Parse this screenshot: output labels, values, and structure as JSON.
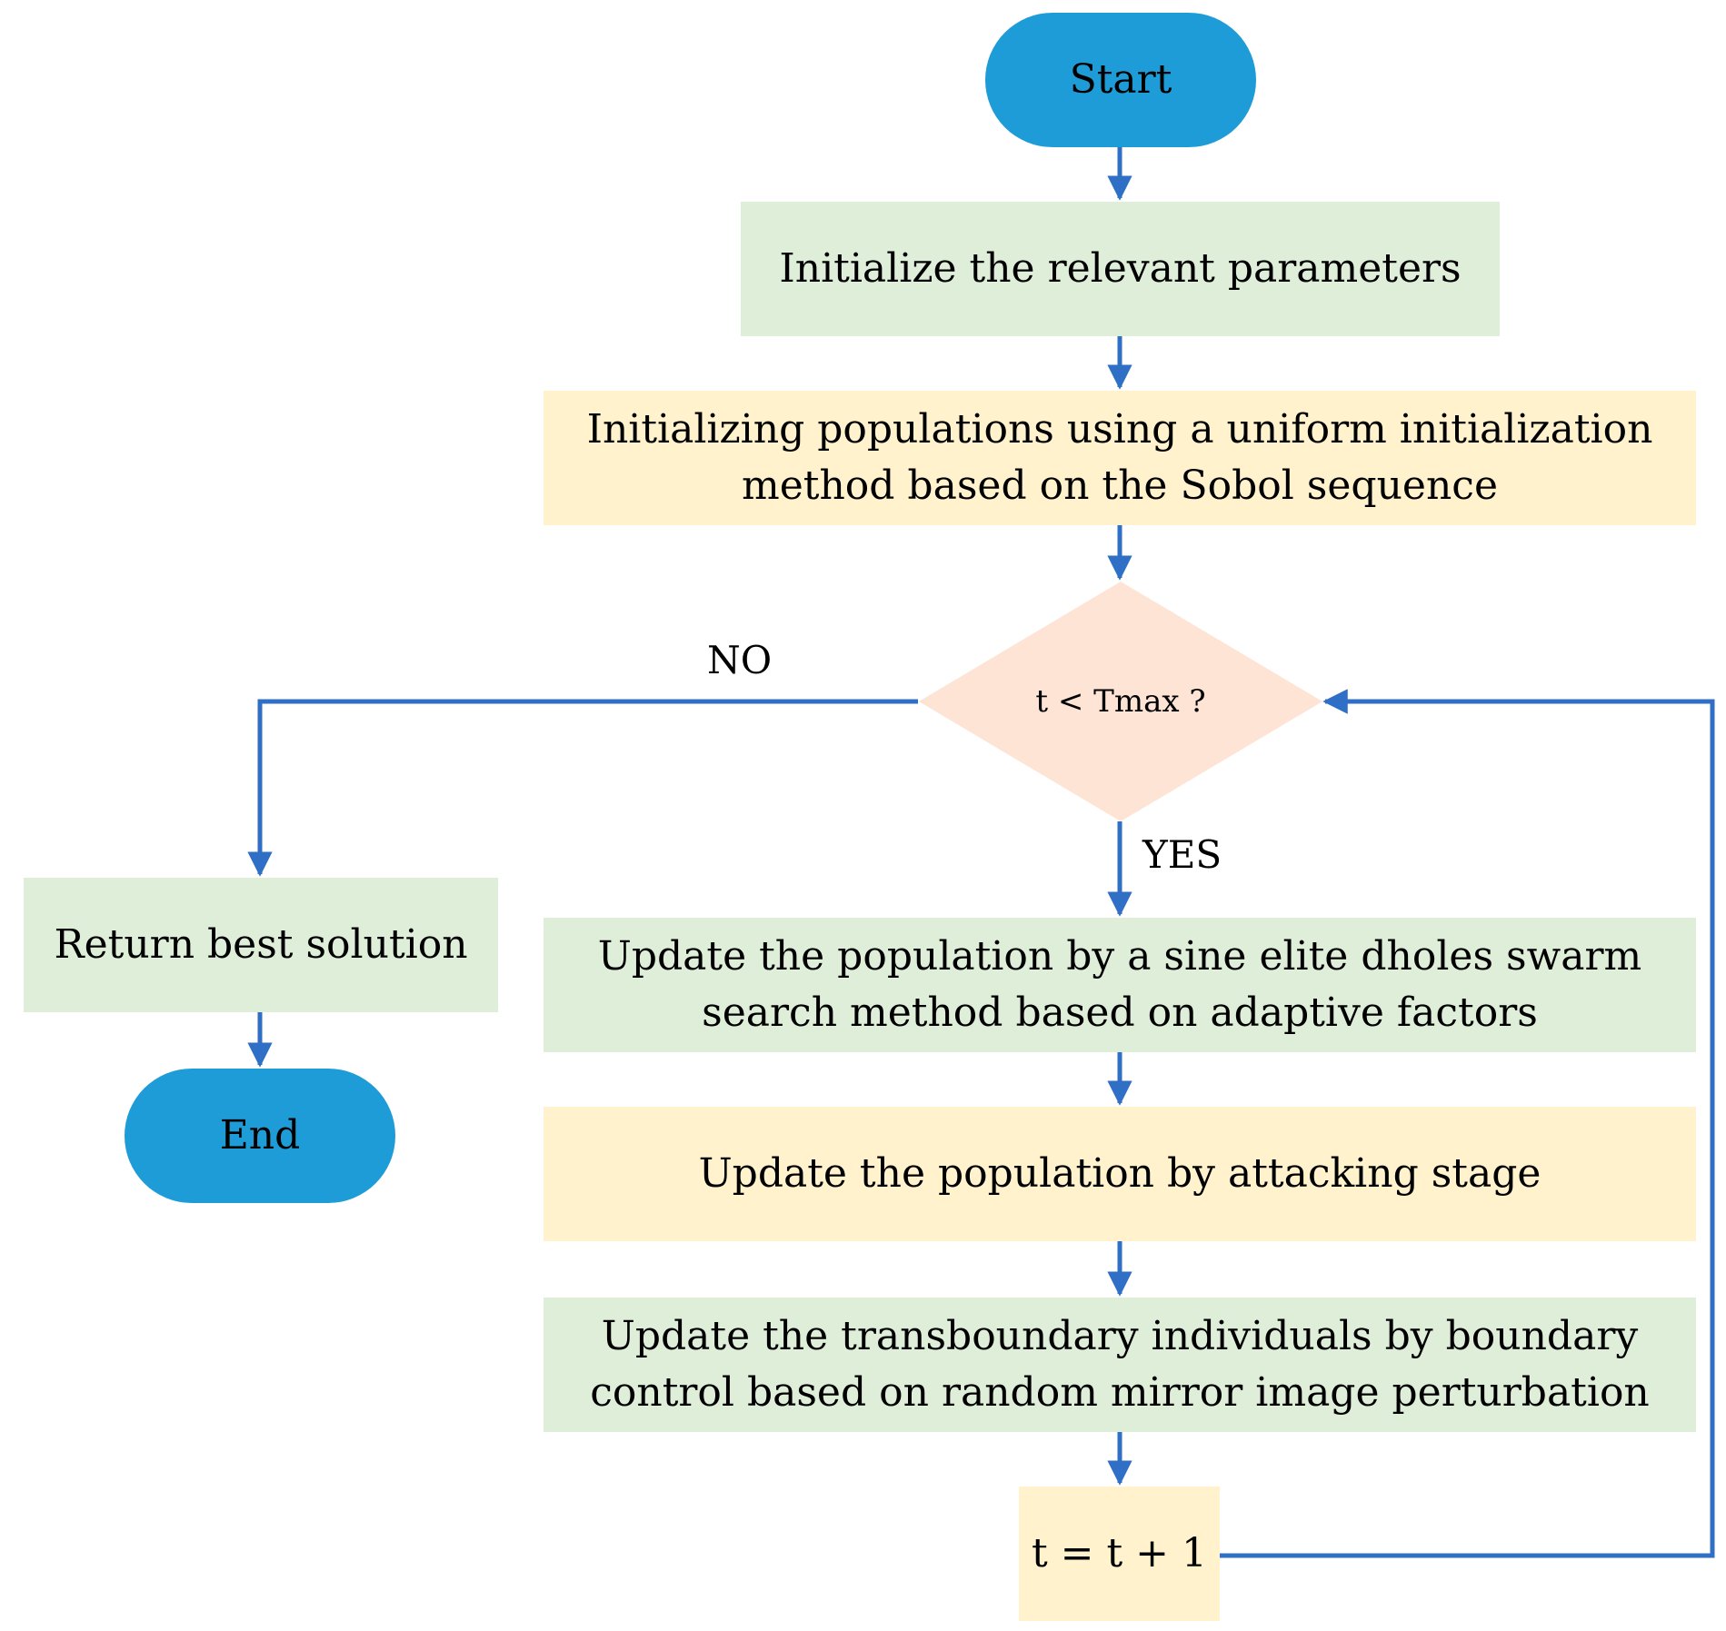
{
  "colors": {
    "terminal": "#1e9cd8",
    "green_box": "#dfeed9",
    "yellow_box": "#fff2cc",
    "decision": "#fde4d5",
    "connector": "#2f6fc6"
  },
  "nodes": {
    "start": "Start",
    "init_params": "Initialize the relevant parameters",
    "init_pop_line1": "Initializing populations using a uniform initialization",
    "init_pop_line2": "method based on the Sobol sequence",
    "decision": "t < Tmax ?",
    "update_sine_line1": "Update the population by a sine elite dholes swarm",
    "update_sine_line2": "search method based on adaptive factors",
    "update_attack": "Update the population by attacking stage",
    "update_boundary_line1": "Update the transboundary individuals by boundary",
    "update_boundary_line2": "control based on random mirror image perturbation",
    "increment": "t = t + 1",
    "return_best": "Return best solution",
    "end": "End"
  },
  "edge_labels": {
    "no": "NO",
    "yes": "YES"
  }
}
